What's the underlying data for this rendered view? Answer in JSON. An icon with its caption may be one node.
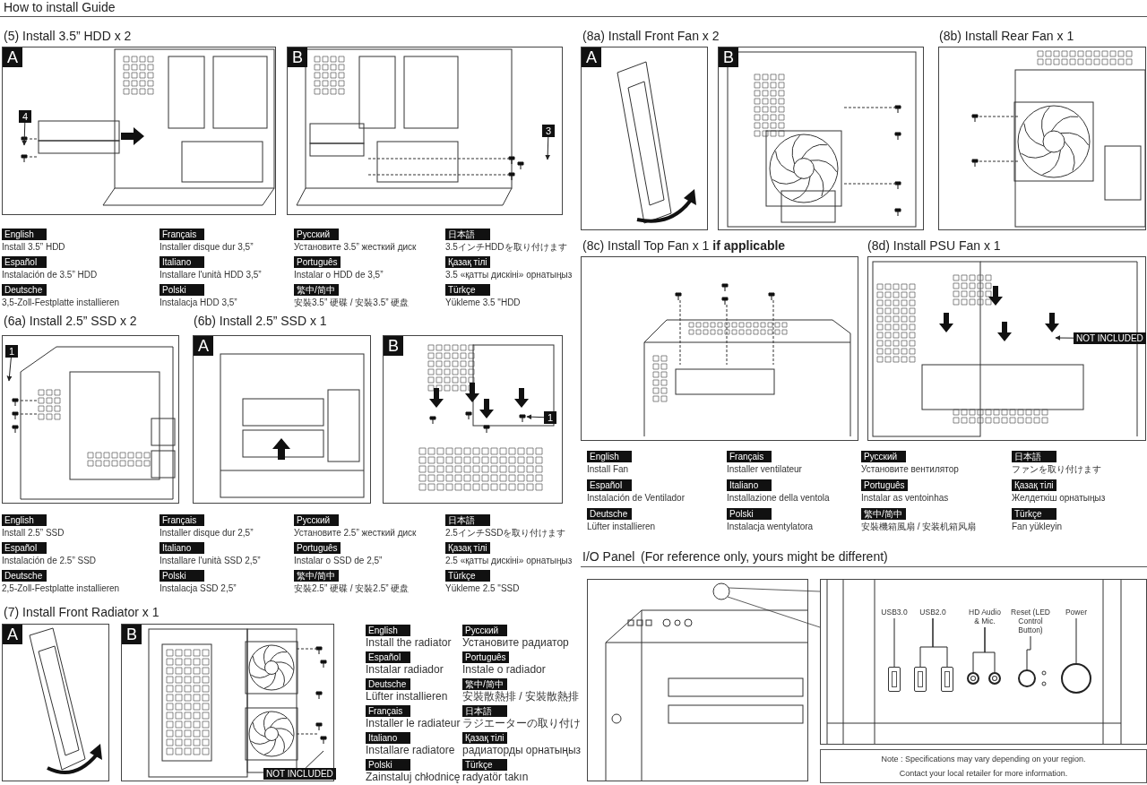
{
  "diagram": {
    "title": "How to install Guide",
    "nodes": [
      {
        "text": [
          "A"
        ]
      },
      {
        "text": [
          "4"
        ],
        "in": 0
      },
      {
        "text": [
          "B"
        ]
      },
      {
        "text": [
          "3"
        ],
        "in": 2
      },
      {
        "text": [],
        "shape": "picture"
      },
      {
        "text": [
          "1"
        ],
        "in": 4
      },
      {
        "text": [
          "A"
        ]
      },
      {
        "text": [
          "B"
        ]
      },
      {
        "text": [
          "1"
        ],
        "in": 7
      },
      {
        "text": [
          "A"
        ]
      },
      {
        "text": [
          "B"
        ]
      },
      {
        "text": [
          "NOT INCLUDED"
        ],
        "in": 10
      },
      {
        "text": [
          "A"
        ]
      },
      {
        "text": [
          "B"
        ]
      },
      {
        "text": [],
        "shape": "picture"
      },
      {
        "text": [],
        "shape": "picture"
      },
      {
        "text": [],
        "shape": "picture"
      },
      {
        "text": [
          "NOT INCLUDED"
        ],
        "in": 16
      },
      {
        "text": [],
        "shape": "picture"
      },
      {
        "text": [],
        "shape": "picture"
      },
      {
        "text": [
          "USB3.0"
        ],
        "in": 19
      },
      {
        "text": [
          "USB2.0"
        ],
        "in": 19
      },
      {
        "text": [
          "HD Audio & Mic."
        ],
        "in": 19
      },
      {
        "text": [
          "Reset (LED Control Button)"
        ],
        "in": 19
      },
      {
        "text": [
          "Power"
        ],
        "in": 19
      },
      {
        "text": [],
        "shape": "box",
        "in": 19
      },
      {
        "text": [],
        "shape": "box",
        "in": 19
      },
      {
        "text": [],
        "shape": "box",
        "in": 19
      },
      {
        "text": [],
        "shape": "circle",
        "in": 19
      },
      {
        "text": [],
        "shape": "circle",
        "in": 19
      },
      {
        "text": [],
        "shape": "circle",
        "in": 19
      },
      {
        "text": [],
        "shape": "circle",
        "in": 19
      },
      {
        "text": [
          "Note : Specifications may vary depending on your region.",
          "Contact your local retailer for more information."
        ]
      }
    ],
    "edges": [
      {
        "from": 1,
        "to": null,
        "arrow": "to"
      },
      {
        "from": 3,
        "to": null,
        "arrow": "to"
      },
      {
        "from": 5,
        "to": null,
        "arrow": "to"
      },
      {
        "from": 8,
        "to": null,
        "arrow": "to"
      },
      {
        "from": 11,
        "to": null,
        "arrow": "none"
      },
      {
        "from": 17,
        "to": null,
        "arrow": "to"
      },
      {
        "from": 20,
        "to": 25,
        "arrow": "none"
      },
      {
        "from": 21,
        "to": 26,
        "arrow": "none"
      },
      {
        "from": 21,
        "to": 27,
        "arrow": "none"
      },
      {
        "from": 22,
        "to": 28,
        "arrow": "none"
      },
      {
        "from": 22,
        "to": 29,
        "arrow": "none"
      },
      {
        "from": 23,
        "to": 30,
        "arrow": "none"
      },
      {
        "from": 24,
        "to": 31,
        "arrow": "none"
      }
    ],
    "labels": [
      "(5) Install 3.5” HDD x 2",
      "English",
      "Install 3.5” HDD",
      "Français",
      "Installer disque dur 3,5”",
      "Русский",
      "Установите 3.5” жесткий диск",
      "日本語",
      "3.5インチHDDを取り付けます",
      "Español",
      "Instalación de 3.5” HDD",
      "Italiano",
      "Installare l'unità HDD 3,5”",
      "Português",
      "Instalar o HDD de 3,5”",
      "Қазақ тілі",
      "3.5 «қатты дискіні» орнатыңыз",
      "Deutsche",
      "3,5-Zoll-Festplatte installieren",
      "Polski",
      "Instalacja HDD 3,5”",
      "繁中/简中",
      "安裝3.5” 硬碟 / 安裝3.5” 硬盘",
      "Türkçe",
      "Yükleme 3.5 \"HDD",
      "(6a) Install 2.5” SSD x 2",
      "(6b) Install 2.5” SSD x 1",
      "English",
      "Install 2.5” SSD",
      "Français",
      "Installer disque dur 2,5”",
      "Русский",
      "Установите 2.5” жесткий диск",
      "日本語",
      "2.5インチSSDを取り付けます",
      "Español",
      "Instalación de 2.5” SSD",
      "Italiano",
      "Installare l'unità SSD 2,5”",
      "Português",
      "Instalar o SSD de 2,5”",
      "Қазақ тілі",
      "2.5 «қатты дискіні» орнатыңыз",
      "Deutsche",
      "2,5-Zoll-Festplatte installieren",
      "Polski",
      "Instalacja SSD 2,5”",
      "繁中/简中",
      "安裝2.5” 硬碟 / 安裝2.5” 硬盘",
      "Türkçe",
      "Yükleme 2.5 \"SSD",
      "(7) Install Front Radiator x 1",
      "English",
      "Install the radiator",
      "Русский",
      "Установите радиатор",
      "Español",
      "Instalar radiador",
      "Português",
      "Instale o radiador",
      "Deutsche",
      "Lüfter installieren",
      "繁中/简中",
      "安裝散熱排 / 安裝散熱排",
      "Français",
      "Installer le radiateur",
      "日本語",
      "ラジエーターの取り付け",
      "Italiano",
      "Installare radiatore",
      "Қазақ тілі",
      "радиаторды орнатыңыз",
      "Polski",
      "Zainstaluj chłodnicę",
      "Türkçe",
      "radyatör takın",
      "(8a) Install Front Fan x 2",
      "(8b) Install Rear Fan x 1",
      "(8c) Install Top Fan x 1 **if applicable**",
      "(8d) Install PSU Fan x 1",
      "English",
      "Install Fan",
      "Français",
      "Installer ventilateur",
      "Русский",
      "Установите вентилятор",
      "日本語",
      "ファンを取り付けます",
      "Español",
      "Instalación de Ventilador",
      "Italiano",
      "Installazione della ventola",
      "Português",
      "Instalar as ventoinhas",
      "Қазақ тілі",
      "Желдеткіш орнатыңыз",
      "Deutsche",
      "Lüfter installieren",
      "Polski",
      "Instalacja wentylatora",
      "繁中/简中",
      "安裝機箱風扇 / 安装机箱风扇",
      "Türkçe",
      "Fan yükleyin",
      "I/O Panel",
      "(For reference only, yours might be different)"
    ]
  }
}
